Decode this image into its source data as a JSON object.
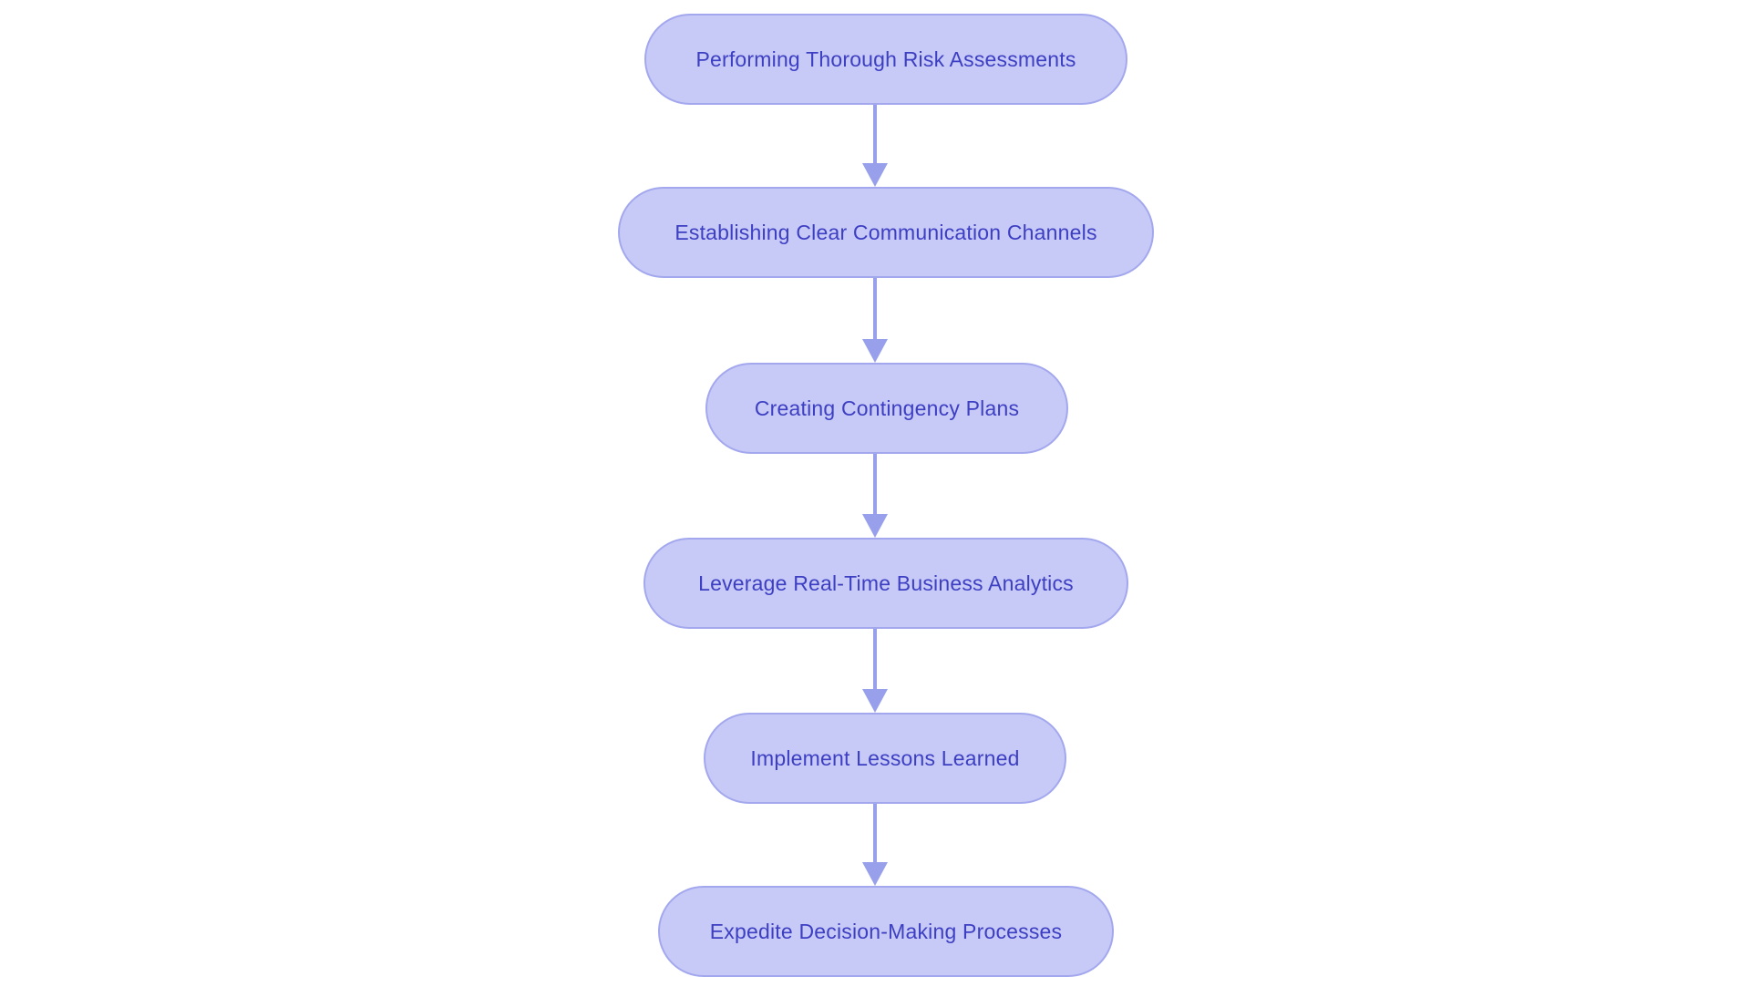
{
  "flowchart": {
    "type": "flowchart",
    "direction": "top-down",
    "nodes": [
      {
        "id": 1,
        "label": "Performing Thorough Risk Assessments"
      },
      {
        "id": 2,
        "label": "Establishing Clear Communication Channels"
      },
      {
        "id": 3,
        "label": "Creating Contingency Plans"
      },
      {
        "id": 4,
        "label": "Leverage Real-Time Business Analytics"
      },
      {
        "id": 5,
        "label": "Implement Lessons Learned"
      },
      {
        "id": 6,
        "label": "Expedite Decision-Making Processes"
      }
    ],
    "connections": [
      {
        "from": 1,
        "to": 2
      },
      {
        "from": 2,
        "to": 3
      },
      {
        "from": 3,
        "to": 4
      },
      {
        "from": 4,
        "to": 5
      },
      {
        "from": 5,
        "to": 6
      }
    ]
  },
  "colors": {
    "node-fill": "#c7c9f7",
    "node-border": "#a3a8ee",
    "node-text": "#3d3fc3",
    "arrow": "#98a0ec",
    "background": "#ffffff"
  }
}
